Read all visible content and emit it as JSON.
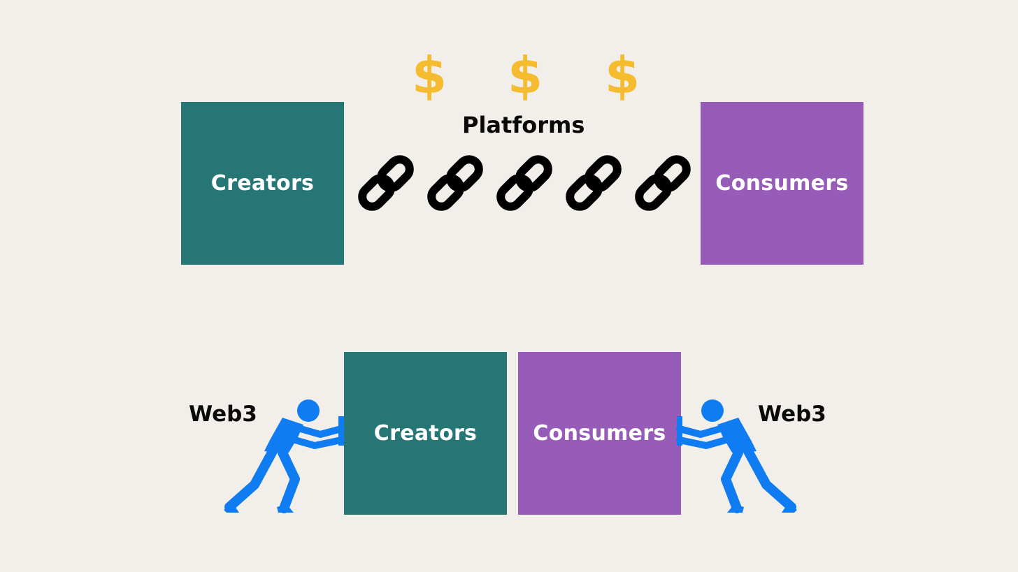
{
  "top": {
    "label": "Platforms",
    "creators_label": "Creators",
    "consumers_label": "Consumers",
    "dollar_symbols": [
      "$",
      "$",
      "$"
    ],
    "chain_count": 5
  },
  "bottom": {
    "creators_label": "Creators",
    "consumers_label": "Consumers",
    "left_label": "Web3",
    "right_label": "Web3"
  },
  "colors": {
    "creators": "#267675",
    "consumers": "#975cb7",
    "dollar": "#f5bc30",
    "pusher": "#0f7cf2",
    "chain": "#000000",
    "background": "#f2efea"
  },
  "icons": {
    "money": "dollar-sign-icon",
    "link": "chain-link-icon",
    "person": "pushing-person-icon"
  }
}
